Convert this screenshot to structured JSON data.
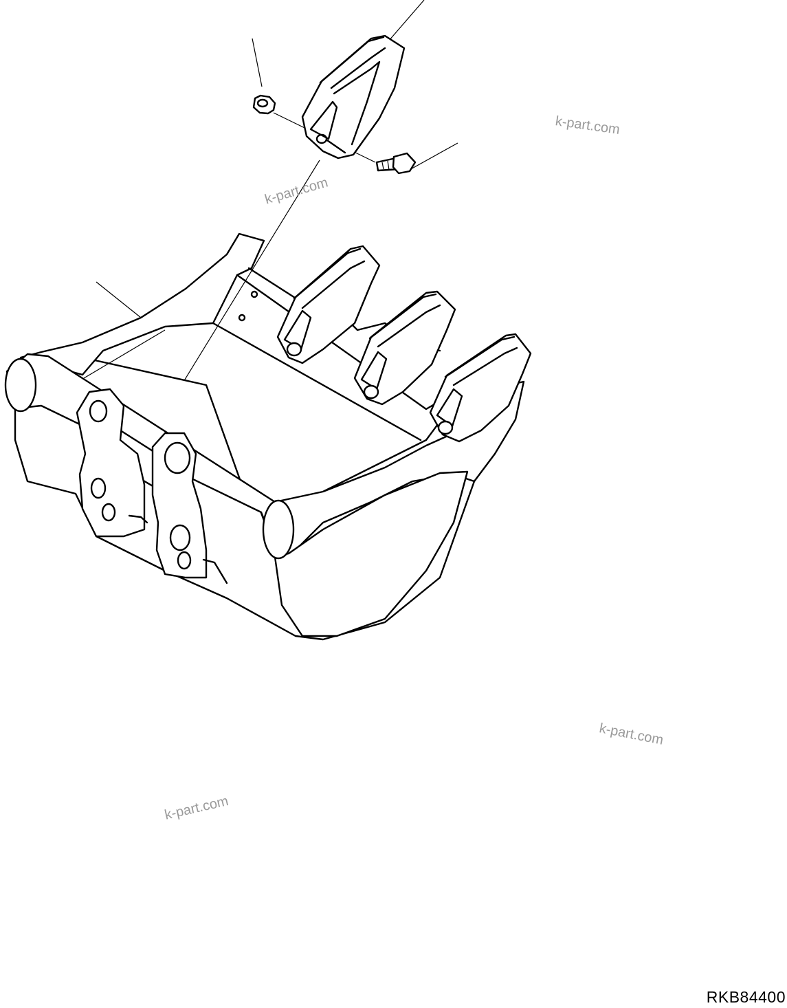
{
  "diagram": {
    "drawing_code": "RKB84400",
    "watermarks": [
      "k-part.com",
      "k-part.com",
      "k-part.com",
      "k-part.com"
    ],
    "parts": {
      "bucket": "bucket-icon",
      "tooth": "tooth-icon",
      "nut": "nut-icon",
      "bolt": "bolt-icon"
    }
  }
}
